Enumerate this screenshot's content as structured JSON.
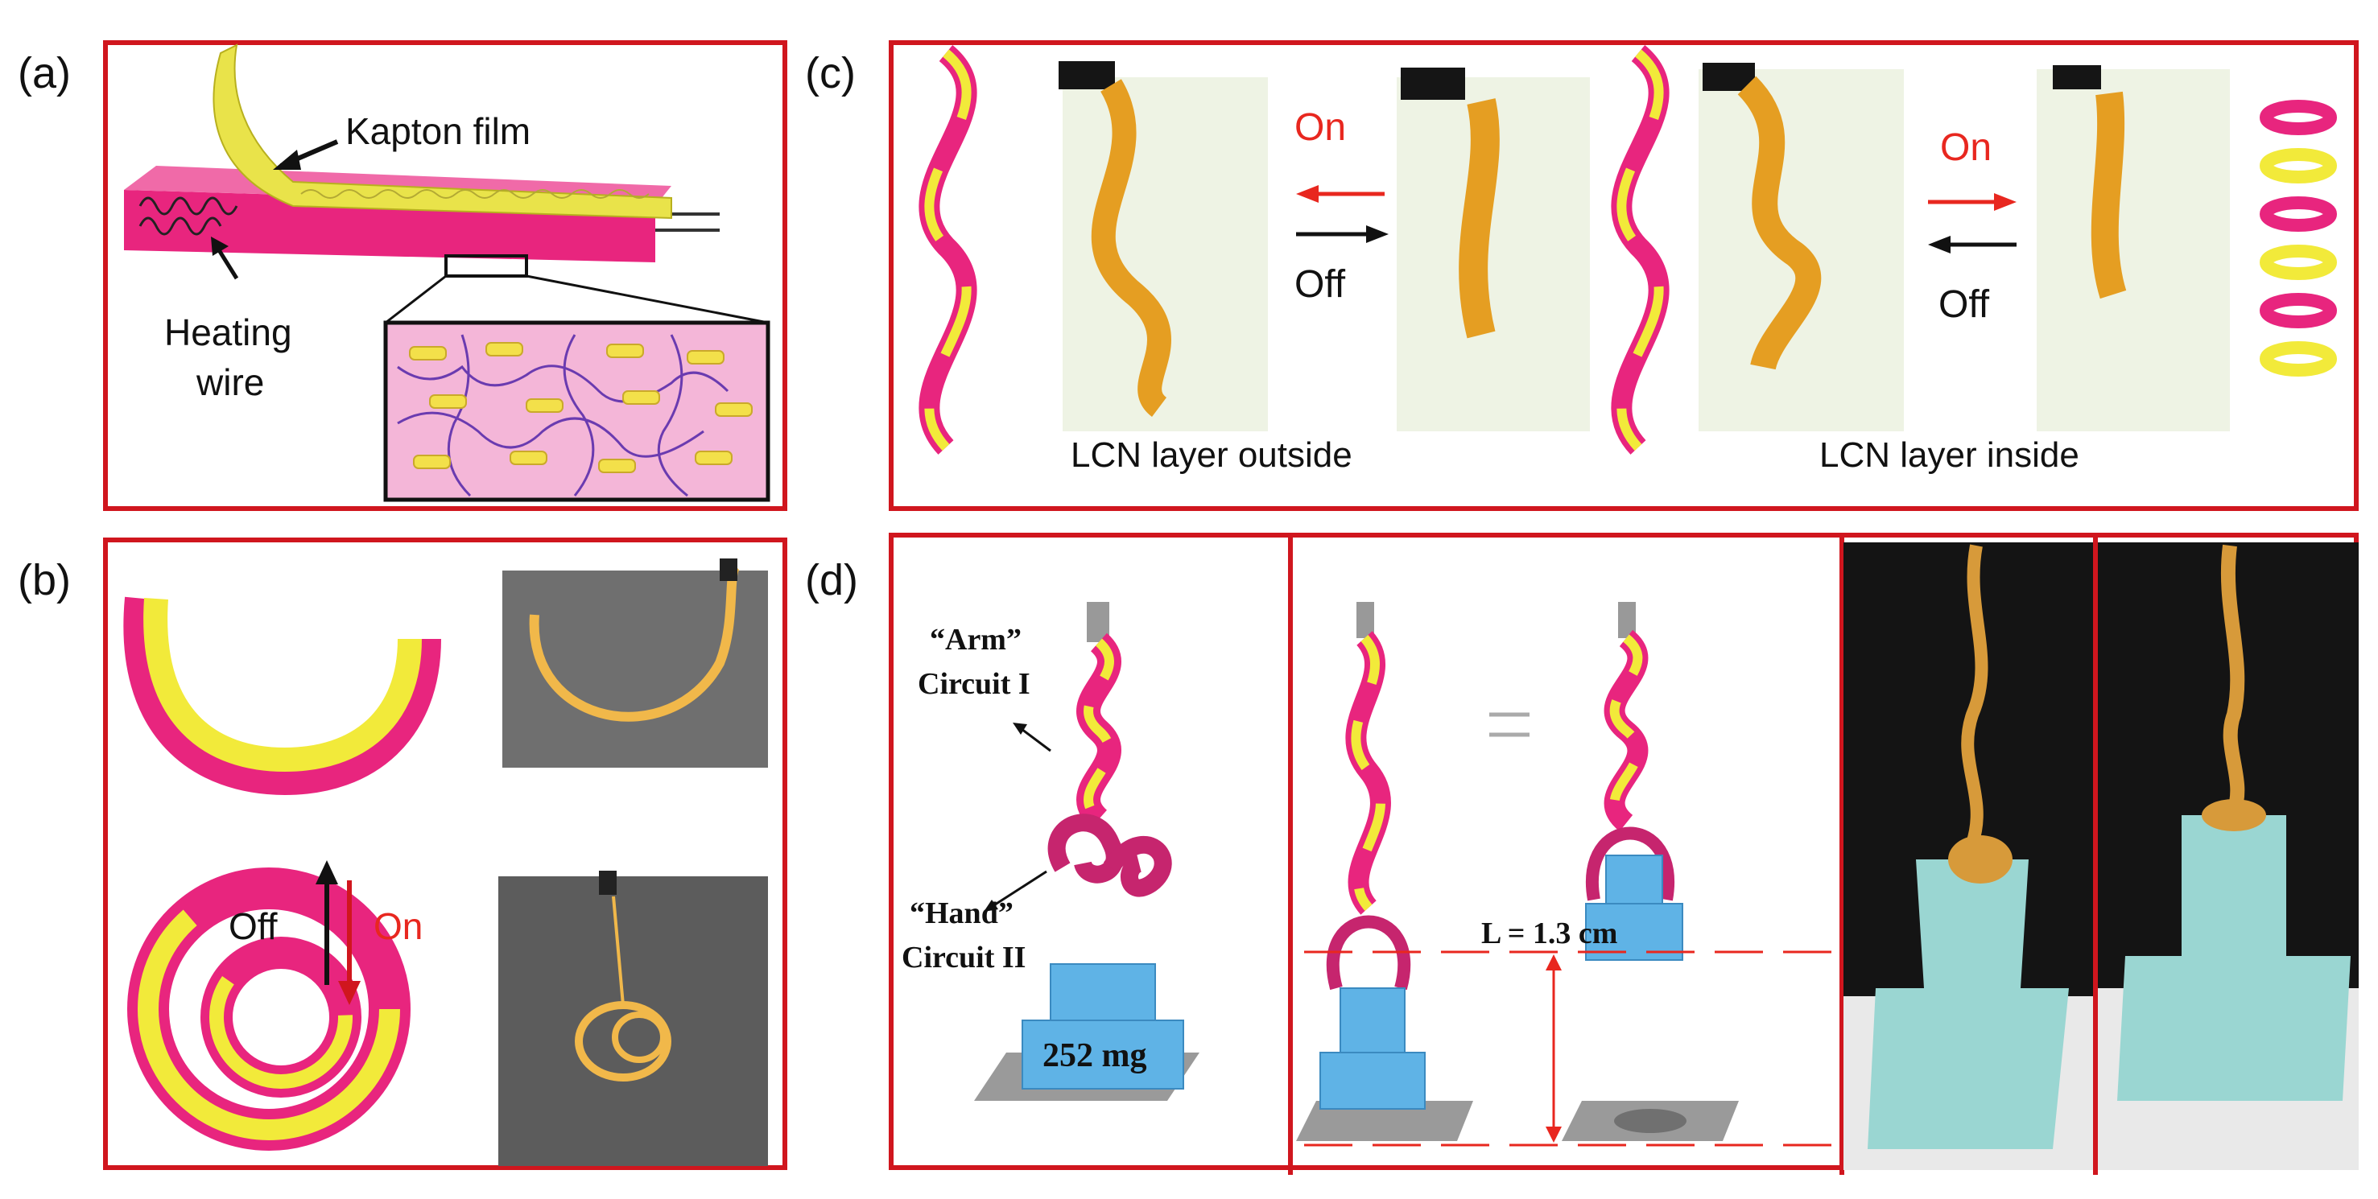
{
  "panels": {
    "a": {
      "label": "(a)",
      "kapton_label": "Kapton film",
      "heating_label_line1": "Heating",
      "heating_label_line2": "wire"
    },
    "b": {
      "label": "(b)",
      "off_label": "Off",
      "on_label": "On"
    },
    "c": {
      "label": "(c)",
      "left_on": "On",
      "left_off": "Off",
      "right_on": "On",
      "right_off": "Off",
      "caption_left": "LCN layer outside",
      "caption_right": "LCN layer inside"
    },
    "d": {
      "label": "(d)",
      "arm_line1": "“Arm”",
      "arm_line2": "Circuit I",
      "hand_line1": "“Hand”",
      "hand_line2": "Circuit II",
      "mass_label": "252 mg",
      "distance_label": "L = 1.3 cm"
    }
  },
  "colors": {
    "frame_red": "#d0161e",
    "magenta": "#e8257e",
    "yellow": "#f2ea3a",
    "block_blue": "#5fb3e6",
    "plate_gray": "#9a9a9a"
  }
}
